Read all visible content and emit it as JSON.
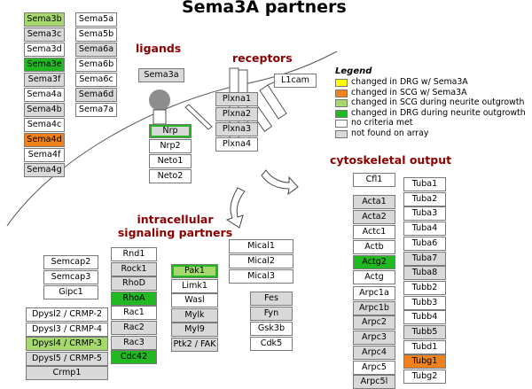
{
  "title": "Sema3A partners",
  "colors": {
    "none": "#ffffff",
    "gray": "#d9d9d9",
    "green": "#22b822",
    "light": "#a6d86e",
    "orange": "#f0821e",
    "yellow": "#ffff00"
  },
  "labels": {
    "ligands": "ligands",
    "receptors": "receptors",
    "intracellular": "intracellular",
    "signaling": "signaling partners",
    "cytoskeletal": "cytoskeletal output"
  },
  "legend": {
    "title": "Legend",
    "items": [
      {
        "label": "changed in DRG w/ Sema3A",
        "color": "yellow"
      },
      {
        "label": "changed in SCG w/ Sema3A",
        "color": "orange"
      },
      {
        "label": "changed in SCG during neurite outgrowth",
        "color": "light"
      },
      {
        "label": "changed in DRG during neurite outgrowth",
        "color": "green"
      },
      {
        "label": "no criteria met",
        "color": "none"
      },
      {
        "label": "not found on array",
        "color": "gray"
      }
    ]
  },
  "genes": {
    "sema_col1": [
      {
        "name": "Sema3b",
        "state": "light"
      },
      {
        "name": "Sema3c",
        "state": "gray"
      },
      {
        "name": "Sema3d",
        "state": "none"
      },
      {
        "name": "Sema3e",
        "state": "green"
      },
      {
        "name": "Sema3f",
        "state": "gray"
      },
      {
        "name": "Sema4a",
        "state": "none"
      },
      {
        "name": "Sema4b",
        "state": "gray"
      },
      {
        "name": "Sema4c",
        "state": "none"
      },
      {
        "name": "Sema4d",
        "state": "orange"
      },
      {
        "name": "Sema4f",
        "state": "none"
      },
      {
        "name": "Sema4g",
        "state": "gray"
      }
    ],
    "sema_col2": [
      {
        "name": "Sema5a",
        "state": "none"
      },
      {
        "name": "Sema5b",
        "state": "none"
      },
      {
        "name": "Sema6a",
        "state": "gray"
      },
      {
        "name": "Sema6b",
        "state": "none"
      },
      {
        "name": "Sema6c",
        "state": "none"
      },
      {
        "name": "Sema6d",
        "state": "gray"
      },
      {
        "name": "Sema7a",
        "state": "none"
      }
    ],
    "ligand": [
      {
        "name": "Sema3a",
        "state": "gray"
      }
    ],
    "plxna": [
      {
        "name": "Plxna1",
        "state": "gray"
      },
      {
        "name": "Plxna2",
        "state": "gray"
      },
      {
        "name": "Plxna3",
        "state": "gray"
      },
      {
        "name": "Plxna4",
        "state": "none"
      }
    ],
    "l1cam": [
      {
        "name": "L1cam",
        "state": "none"
      }
    ],
    "nrp": [
      {
        "name": "Nrp",
        "state": "gray",
        "outline": "green"
      },
      {
        "name": "Nrp2",
        "state": "none"
      },
      {
        "name": "Neto1",
        "state": "none"
      },
      {
        "name": "Neto2",
        "state": "none"
      }
    ],
    "semcap": [
      {
        "name": "Semcap2",
        "state": "none"
      },
      {
        "name": "Semcap3",
        "state": "none"
      },
      {
        "name": "Gipc1",
        "state": "none"
      }
    ],
    "dpysl": [
      {
        "name": "Dpysl2 / CRMP-2",
        "state": "none"
      },
      {
        "name": "Dpysl3 / CRMP-4",
        "state": "none"
      },
      {
        "name": "Dpysl4 / CRMP-3",
        "state": "light"
      },
      {
        "name": "Dpysl5 / CRMP-5",
        "state": "gray"
      },
      {
        "name": "Crmp1",
        "state": "gray"
      }
    ],
    "rho": [
      {
        "name": "Rnd1",
        "state": "none"
      },
      {
        "name": "Rock1",
        "state": "gray"
      },
      {
        "name": "RhoD",
        "state": "gray"
      },
      {
        "name": "RhoA",
        "state": "green"
      },
      {
        "name": "Rac1",
        "state": "none"
      },
      {
        "name": "Rac2",
        "state": "gray"
      },
      {
        "name": "Rac3",
        "state": "gray"
      },
      {
        "name": "Cdc42",
        "state": "green"
      }
    ],
    "pak": [
      {
        "name": "Pak1",
        "state": "light",
        "outline": "green"
      },
      {
        "name": "Limk1",
        "state": "none"
      },
      {
        "name": "Wasl",
        "state": "none"
      },
      {
        "name": "Mylk",
        "state": "gray"
      },
      {
        "name": "Myl9",
        "state": "gray"
      },
      {
        "name": "Ptk2 / FAK",
        "state": "gray"
      }
    ],
    "mical": [
      {
        "name": "Mical1",
        "state": "none"
      },
      {
        "name": "Mical2",
        "state": "none"
      },
      {
        "name": "Mical3",
        "state": "none"
      }
    ],
    "fes": [
      {
        "name": "Fes",
        "state": "gray"
      },
      {
        "name": "Fyn",
        "state": "gray"
      },
      {
        "name": "Gsk3b",
        "state": "none"
      },
      {
        "name": "Cdk5",
        "state": "none"
      }
    ],
    "cfl": [
      {
        "name": "Cfl1",
        "state": "none"
      }
    ],
    "actin": [
      {
        "name": "Acta1",
        "state": "gray"
      },
      {
        "name": "Acta2",
        "state": "gray"
      },
      {
        "name": "Actc1",
        "state": "none"
      },
      {
        "name": "Actb",
        "state": "none"
      },
      {
        "name": "Actg2",
        "state": "green"
      },
      {
        "name": "Actg",
        "state": "none"
      }
    ],
    "arpc": [
      {
        "name": "Arpc1a",
        "state": "none"
      },
      {
        "name": "Arpc1b",
        "state": "gray"
      },
      {
        "name": "Arpc2",
        "state": "gray"
      },
      {
        "name": "Arpc3",
        "state": "gray"
      },
      {
        "name": "Arpc4",
        "state": "gray"
      },
      {
        "name": "Arpc5",
        "state": "none"
      },
      {
        "name": "Arpc5l",
        "state": "gray"
      }
    ],
    "tub": [
      {
        "name": "Tuba1",
        "state": "none"
      },
      {
        "name": "Tuba2",
        "state": "none"
      },
      {
        "name": "Tuba3",
        "state": "none"
      },
      {
        "name": "Tuba4",
        "state": "none"
      },
      {
        "name": "Tuba6",
        "state": "none"
      },
      {
        "name": "Tuba7",
        "state": "gray"
      },
      {
        "name": "Tuba8",
        "state": "gray"
      },
      {
        "name": "Tubb2",
        "state": "none"
      },
      {
        "name": "Tubb3",
        "state": "none"
      },
      {
        "name": "Tubb4",
        "state": "none"
      },
      {
        "name": "Tubb5",
        "state": "gray"
      },
      {
        "name": "Tubd1",
        "state": "none"
      },
      {
        "name": "Tubg1",
        "state": "orange"
      },
      {
        "name": "Tubg2",
        "state": "none"
      }
    ]
  }
}
